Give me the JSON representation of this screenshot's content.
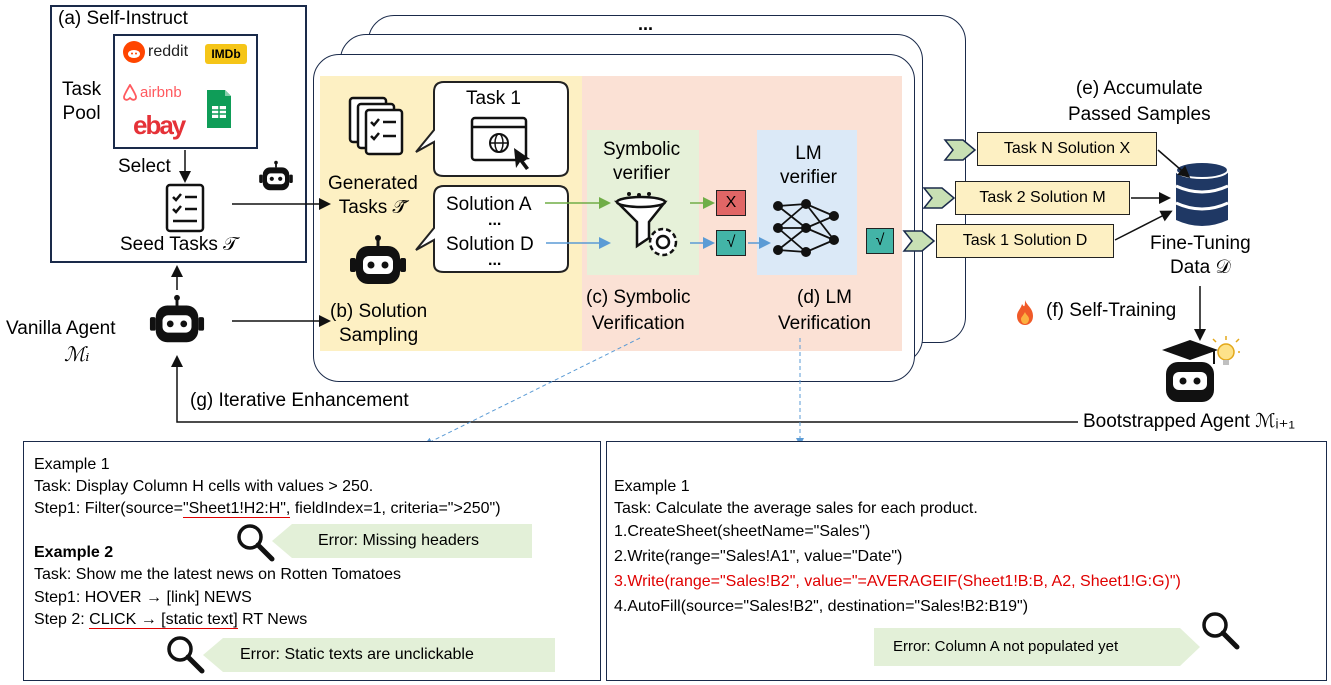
{
  "self_instruct": {
    "title": "(a) Self-Instruct",
    "task_pool": "Task\nPool",
    "logos": [
      "reddit",
      "IMDb",
      "airbnb",
      "ebay"
    ],
    "select": "Select",
    "seed_tasks": "Seed Tasks 𝒯"
  },
  "pipeline": {
    "ellipsis": "...",
    "task1": "Task 1",
    "generated_tasks": "Generated\nTasks 𝒯̃",
    "solution_a": "Solution A",
    "dots1": "...",
    "solution_d": "Solution D",
    "dots2": "...",
    "solution_sampling": "(b) Solution\nSampling",
    "symbolic_verifier": "Symbolic\nverifier",
    "symbolic_verification": "(c) Symbolic\nVerification",
    "lm_verifier": "LM\nverifier",
    "lm_verification": "(d) LM\nVerification",
    "fail_mark": "X",
    "pass_mark": "√"
  },
  "accumulate": {
    "title": "(e) Accumulate\nPassed Samples",
    "samples": [
      "Task N Solution X",
      "Task 2 Solution M",
      "Task 1 Solution D"
    ],
    "data_label": "Fine-Tuning\nData 𝒟"
  },
  "agents": {
    "vanilla": "Vanilla Agent",
    "vanilla_sym": "ℳᵢ",
    "self_training": "(f) Self-Training",
    "iterative": "(g) Iterative Enhancement",
    "bootstrapped": "Bootstrapped Agent ℳᵢ₊₁"
  },
  "left_examples": {
    "ex1_title": "Example 1",
    "ex1_task": "Task: Display Column H cells with values > 250.",
    "ex1_step_pre": "Step1: Filter(source=",
    "ex1_step_err": "\"Sheet1!H2:H\",",
    "ex1_step_post": " fieldIndex=1, criteria=\">250\")",
    "ex1_error": "Error: Missing headers",
    "ex2_title": "Example 2",
    "ex2_task": "Task: Show me the latest news on Rotten Tomatoes",
    "ex2_step1": "Step1: HOVER → [link] NEWS",
    "ex2_step2_pre": "Step 2: ",
    "ex2_step2_err": "CLICK → [static text]",
    "ex2_step2_post": " RT News",
    "ex2_error": "Error: Static texts are unclickable"
  },
  "right_example": {
    "title": "Example 1",
    "task": "Task: Calculate the average sales for each product.",
    "lines": [
      "1.CreateSheet(sheetName=\"Sales\")",
      "2.Write(range=\"Sales!A1\", value=\"Date\")",
      "3.Write(range=\"Sales!B2\", value=\"=AVERAGEIF(Sheet1!B:B, A2, Sheet1!G:G)\")",
      "4.AutoFill(source=\"Sales!B2\", destination=\"Sales!B2:B19\")"
    ],
    "error": "Error: Column A not populated yet"
  },
  "colors": {
    "yellow_panel": "#fdf0c3",
    "pink_panel": "#fbe1d5",
    "green_panel": "#e6f1d9",
    "blue_panel": "#dbe9f7",
    "error_red": "#e00000",
    "fail_box": "#e06666",
    "pass_box": "#43b4a7"
  }
}
